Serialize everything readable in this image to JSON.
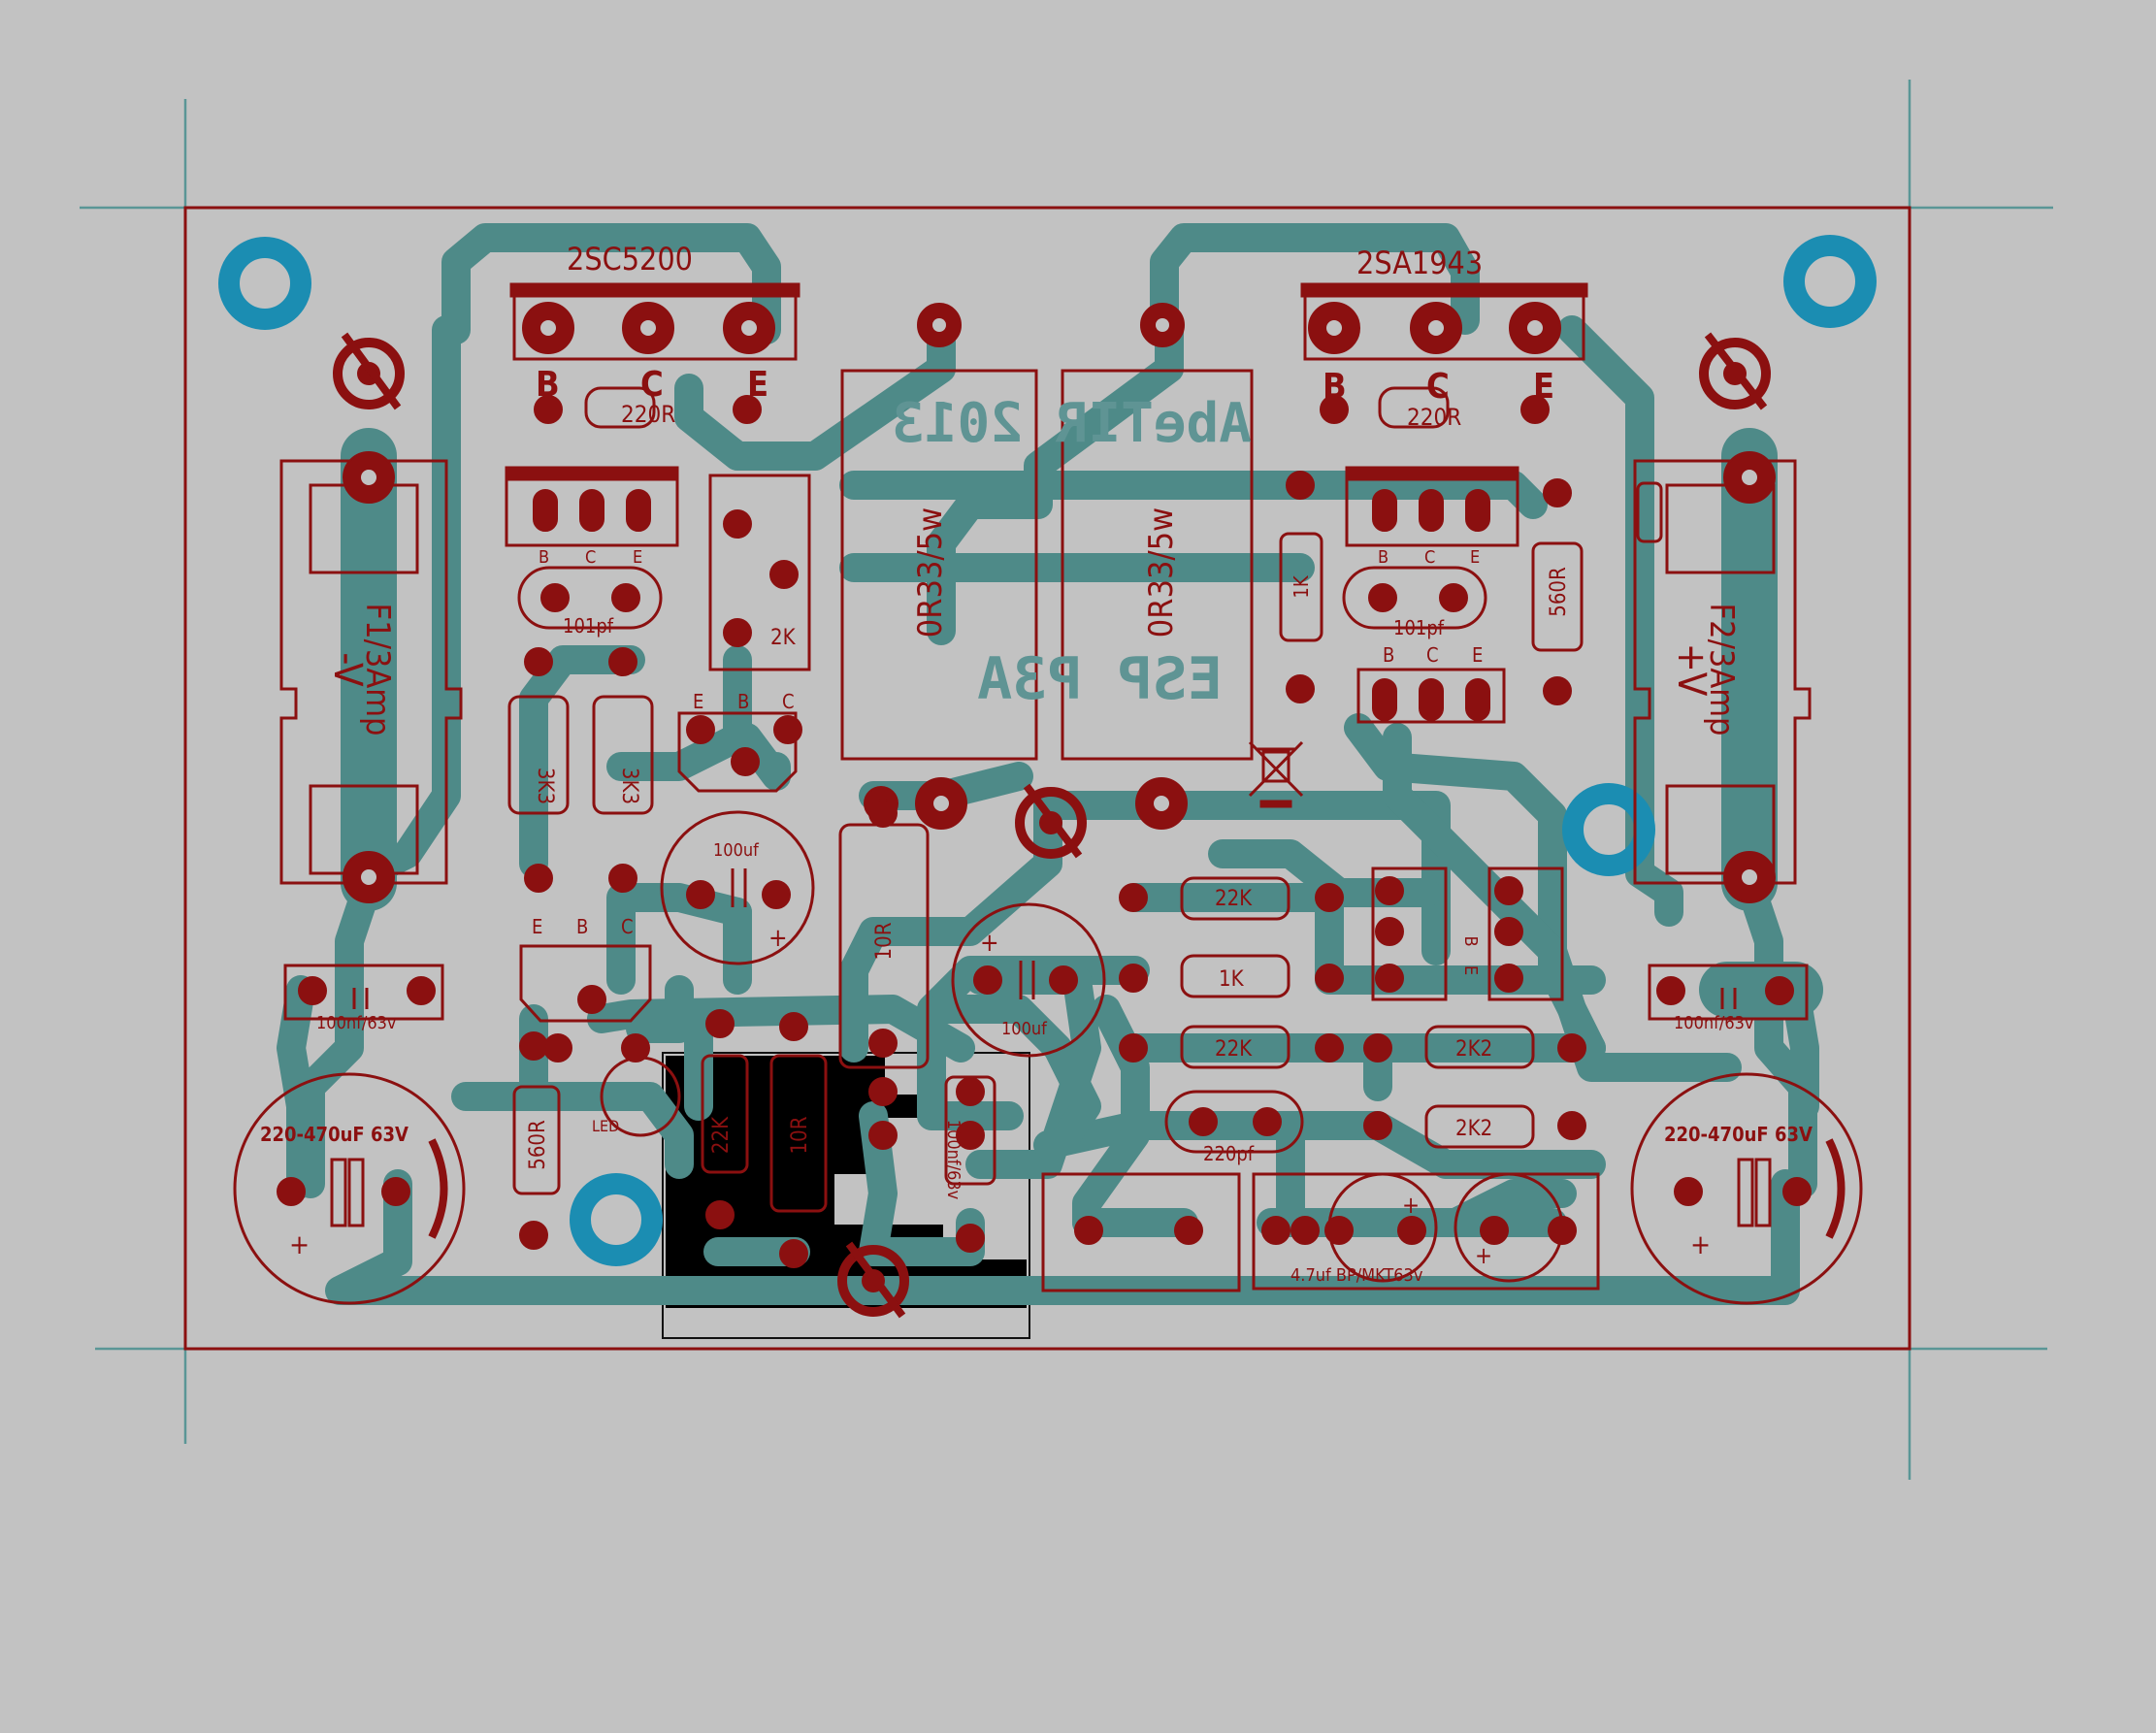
{
  "board": {
    "colors": {
      "background": "#c2c2c2",
      "copper": "#4e8a88",
      "silk": "#8b1010",
      "pad": "#8b1010",
      "mount_hole": "#1b8db2",
      "ground_pour": "#000000"
    }
  },
  "transistors": {
    "npn_power": "2SC5200",
    "pnp_power": "2SA1943",
    "pin_b": "B",
    "pin_c": "C",
    "pin_e": "E",
    "small_b": "B",
    "small_c": "C",
    "small_e": "E"
  },
  "components": {
    "r_220_left": "220R",
    "r_220_right": "220R",
    "cap_101_left": "101pf",
    "cap_101_right": "101pf",
    "trim_2k": "2K",
    "r_3k3_a": "3K3",
    "r_3k3_b": "3K3",
    "cap_100uf_a": "100uf",
    "cap_100uf_b": "100uf",
    "plus": "+",
    "r_10r_a": "10R",
    "r_10r_b": "10R",
    "r_560_left": "560R",
    "r_560_right": "560R",
    "led": "LED",
    "r_22k_small": "22K",
    "r_22k_a": "22K",
    "r_1k_mid": "1K",
    "r_22k_b": "22K",
    "r_2k2_a": "2K2",
    "r_2k2_b": "2K2",
    "cap_220pf": "220pf",
    "cap_47uf": "4.7uf BP/MKT63v",
    "r_1k_vert": "1K",
    "cap_100nf_left": "100nf/63v",
    "cap_100nf_right": "100nf/63v",
    "cap_100nf_vert": "100nf/63v",
    "elec_left": "220-470uF 63V",
    "elec_right": "220-470uF 63V",
    "pin_b_small": "B",
    "pin_e_small": "E"
  },
  "emitter_resistors": {
    "left": "0R33/5w",
    "right": "0R33/5w"
  },
  "fuses": {
    "left": "F1/3Amp",
    "right": "F2/3Amp",
    "left_rail": "-V",
    "right_rail": "+V"
  },
  "mirrored_text": {
    "credit": "AbeTIR 2013",
    "project": "ESP P3A"
  }
}
